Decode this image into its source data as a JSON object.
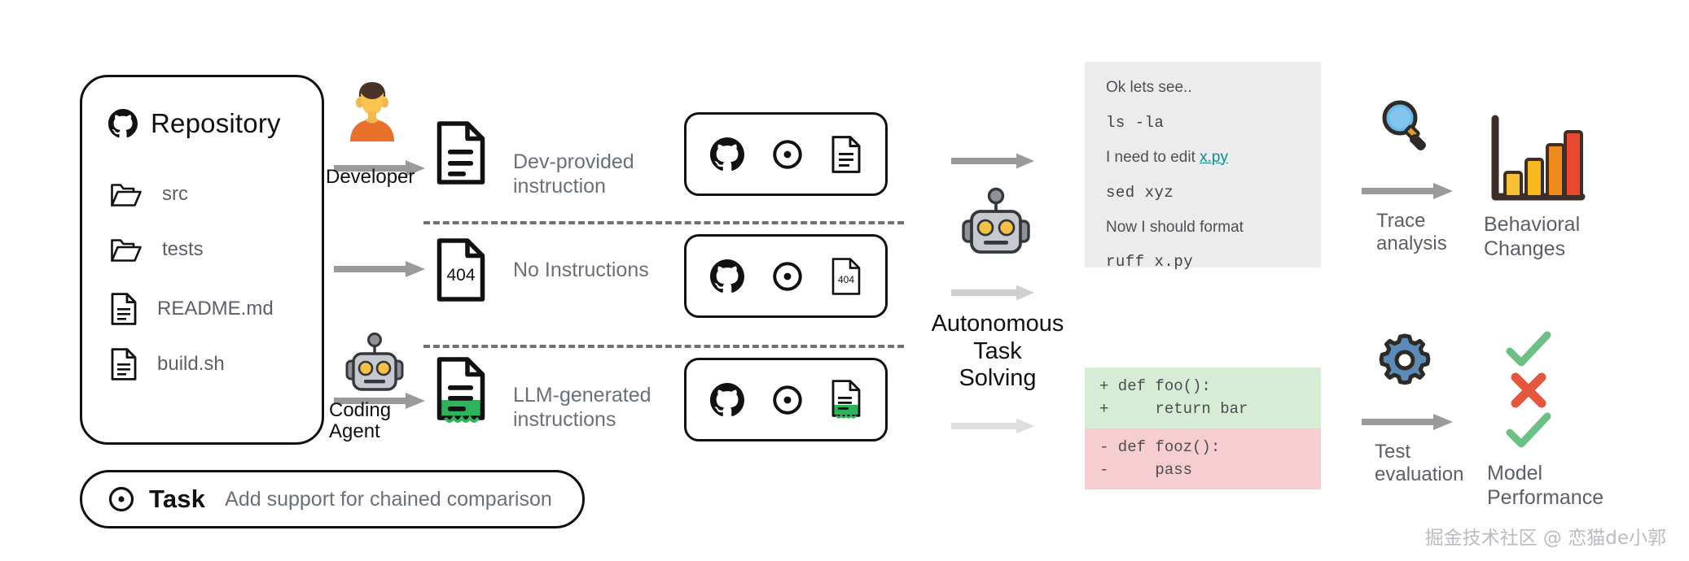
{
  "repository": {
    "title": "Repository",
    "icon": "github-icon",
    "items": [
      {
        "label": "src",
        "icon": "folder-icon"
      },
      {
        "label": "tests",
        "icon": "folder-icon"
      },
      {
        "label": "README.md",
        "icon": "document-icon"
      },
      {
        "label": "build.sh",
        "icon": "document-icon"
      }
    ]
  },
  "task": {
    "icon": "target-icon",
    "label": "Task",
    "description": "Add support for chained comparison"
  },
  "rows": [
    {
      "actor": "Developer",
      "actor_icon": "developer-avatar-icon",
      "doc_icon": "document-icon",
      "caption": "Dev-provided instruction",
      "caption_line1": "Dev-provided",
      "caption_line2": "instruction",
      "bundle": [
        "github-icon",
        "target-icon",
        "document-icon"
      ]
    },
    {
      "actor": "",
      "actor_icon": "",
      "doc_icon": "document-404-icon",
      "doc_badge": "404",
      "caption": "No Instructions",
      "caption_line1": "No Instructions",
      "caption_line2": "",
      "bundle": [
        "github-icon",
        "target-icon",
        "document-404-icon"
      ]
    },
    {
      "actor": "Coding Agent",
      "actor_line1": "Coding",
      "actor_line2": "Agent",
      "actor_icon": "robot-icon",
      "doc_icon": "document-green-icon",
      "caption": "LLM-generated instructions",
      "caption_line1": "LLM-generated",
      "caption_line2": "instructions",
      "bundle": [
        "github-icon",
        "target-icon",
        "document-green-icon"
      ]
    }
  ],
  "stage": {
    "icon": "robot-icon",
    "line1": "Autonomous",
    "line2": "Task",
    "line3": "Solving"
  },
  "transcript": [
    {
      "text": "Ok lets see..",
      "style": "prose"
    },
    {
      "text": "ls -la",
      "style": "mono"
    },
    {
      "text": "I need to edit ",
      "link": "x.py",
      "style": "prose"
    },
    {
      "text": "sed xyz",
      "style": "mono"
    },
    {
      "text": "Now I should format",
      "style": "prose"
    },
    {
      "text": "ruff x.py",
      "style": "mono"
    }
  ],
  "diff": {
    "added": "+ def foo():\n+     return bar",
    "removed": "- def fooz():\n-     pass"
  },
  "analysis": {
    "icon": "magnifier-icon",
    "line1": "Trace",
    "line2": "analysis",
    "result_icon": "bar-chart-icon",
    "result_line1": "Behavioral",
    "result_line2": "Changes"
  },
  "evaluation": {
    "icon": "gear-icon",
    "line1": "Test",
    "line2": "evaluation",
    "result_icons": [
      "check-icon",
      "cross-icon",
      "check-icon"
    ],
    "result_line1": "Model",
    "result_line2": "Performance"
  },
  "colors": {
    "outline": "#111111",
    "muted_text": "#6b7077",
    "arrow": "#9a9a9a",
    "link": "#0f8a8f",
    "panel_bg": "#ececec",
    "diff_add_bg": "#d6ecd4",
    "diff_del_bg": "#f6ced2",
    "green_doc": "#2fb35a",
    "robot_eye": "#f5c044"
  },
  "watermark": "掘金技术社区 @ 恋猫de小郭"
}
